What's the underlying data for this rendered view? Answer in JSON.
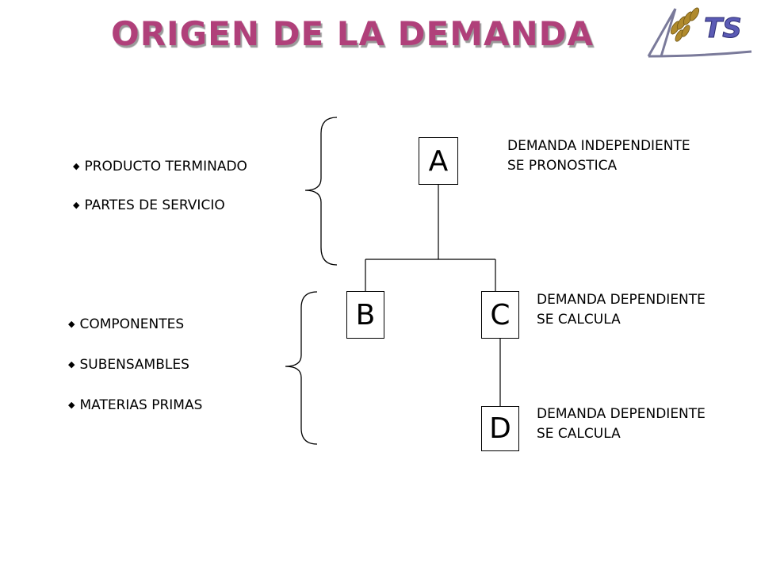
{
  "title": "ORIGEN DE LA DEMANDA",
  "logo": {
    "text": "TS"
  },
  "group_top": [
    "PRODUCTO TERMINADO",
    "PARTES DE SERVICIO"
  ],
  "group_bottom": [
    "COMPONENTES",
    "SUBENSAMBLES",
    "MATERIAS PRIMAS"
  ],
  "nodes": {
    "a": "A",
    "b": "B",
    "c": "C",
    "d": "D"
  },
  "notes": {
    "a": [
      "DEMANDA INDEPENDIENTE",
      "SE PRONOSTICA"
    ],
    "c": [
      "DEMANDA DEPENDIENTE",
      "SE CALCULA"
    ],
    "d": [
      "DEMANDA DEPENDIENTE",
      "SE CALCULA"
    ]
  },
  "colors": {
    "title": "#b0407a",
    "title_shadow": "#9a9a9a",
    "logo_text": "#5b5bb5"
  }
}
